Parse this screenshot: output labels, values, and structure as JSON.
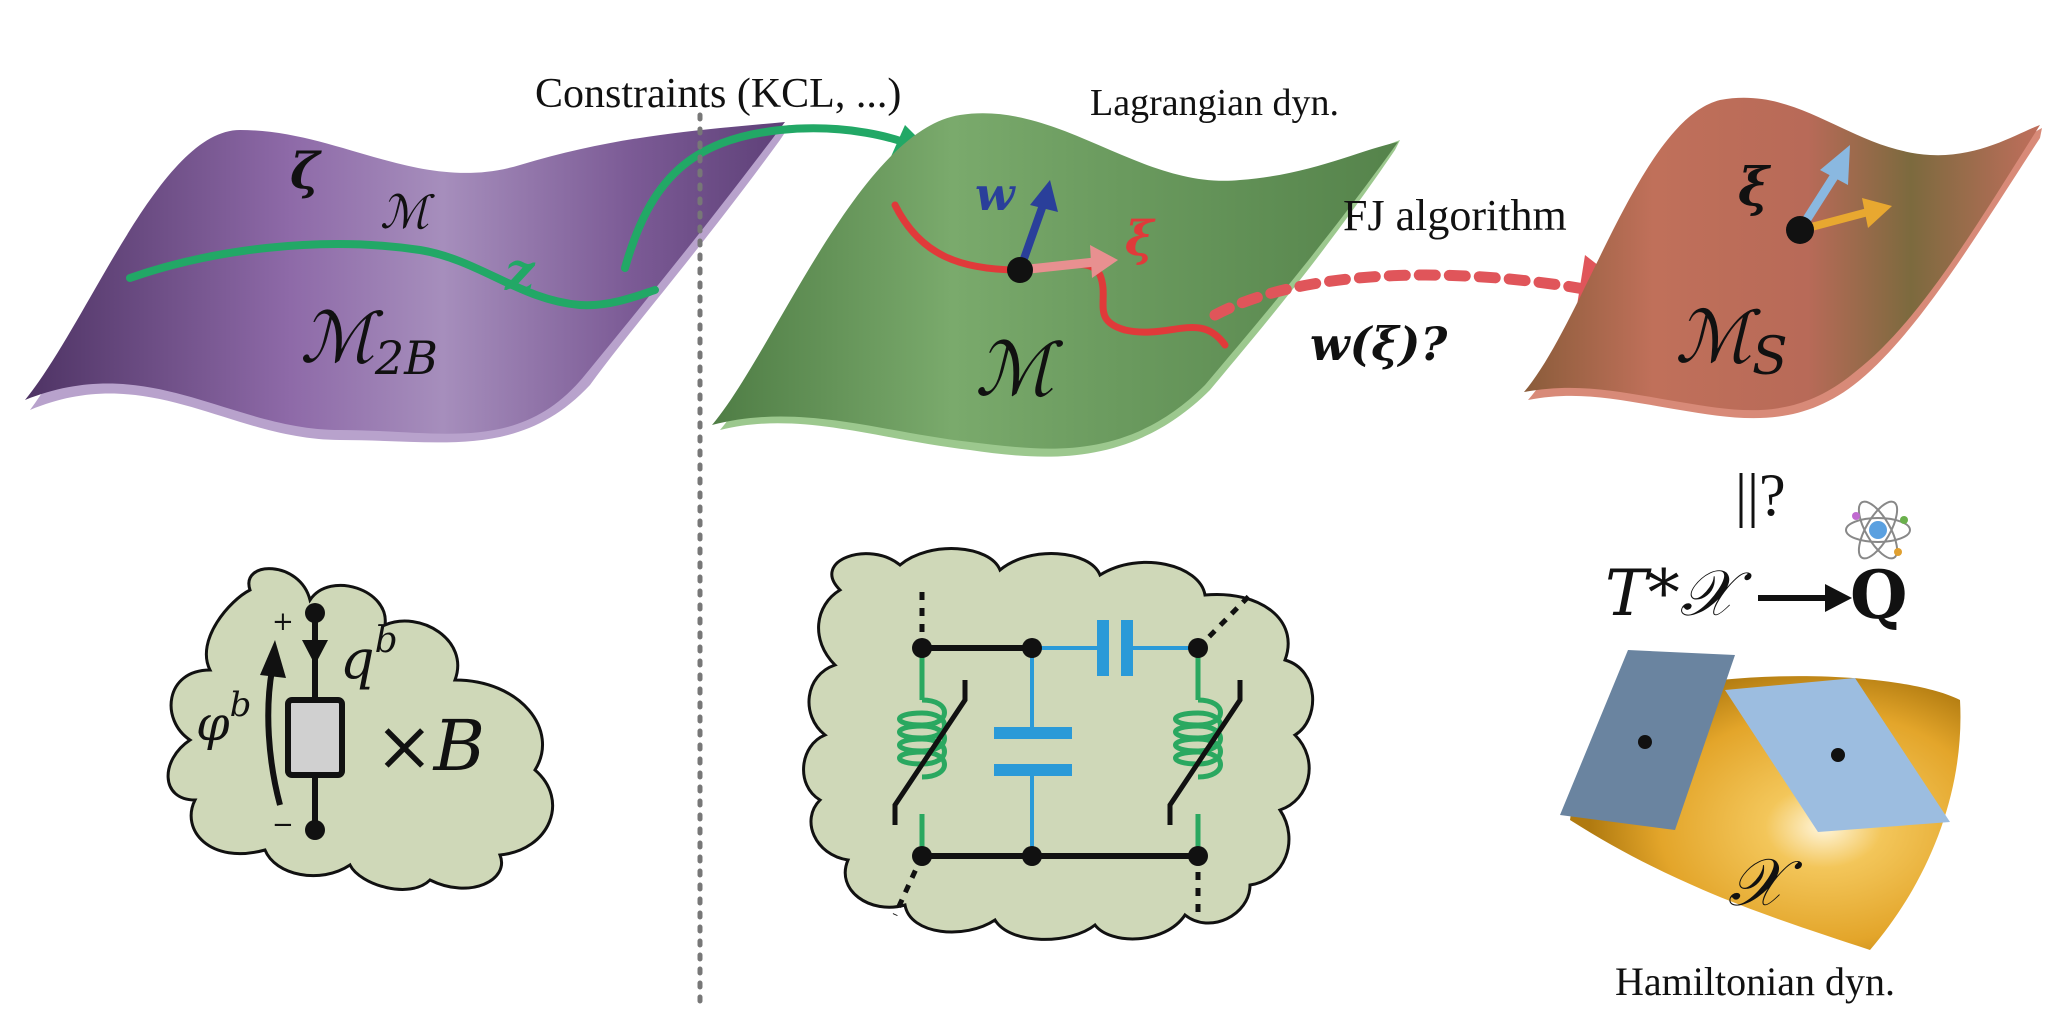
{
  "labels": {
    "constraints": "Constraints (KCL, ...)",
    "lagrangian": "Lagrangian dyn.",
    "fj_algorithm": "FJ algorithm",
    "w_of_xi": "w(ξ)?",
    "hamiltonian": "Hamiltonian dyn.",
    "equiv_question": "||?",
    "phase_space": "T*𝒳",
    "quantization": "Q"
  },
  "symbols": {
    "zeta": "ζ",
    "m_curve": "ℳ",
    "z": "z",
    "m_2b_main": "ℳ",
    "m_2b_sub": "2B",
    "w": "w",
    "xi_red": "ξ",
    "m_main": "ℳ",
    "xi_black": "ξ",
    "m_s_main": "ℳ",
    "m_s_sub": "S",
    "x_manifold": "𝒳",
    "phi_b": "φ",
    "phi_sup": "b",
    "q_b": "q",
    "q_sup": "b",
    "times_b": "×B",
    "plus": "+",
    "minus": "−"
  },
  "colors": {
    "purple": "#7a5a92",
    "green_surface": "#6a9a5e",
    "red_surface": "#b06a52",
    "teal_arrow": "#22a866",
    "red_curve": "#e03a3a",
    "blue_arrow": "#2a3f9a",
    "cloud_fill": "#cfd8b8",
    "cap_blue": "#2a9ad8",
    "inductor_green": "#2aa860",
    "gold": "#e6a82a"
  },
  "icons": [
    "atom-icon"
  ]
}
